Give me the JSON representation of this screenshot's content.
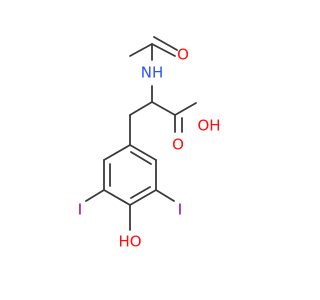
{
  "colors": {
    "bond": "#3a3a3a",
    "carbon": "#3a3a3a",
    "nitrogen": "#3050f8",
    "oxygen": "#ff0d0d",
    "iodine": "#940094"
  },
  "atoms": {
    "nh": "NH",
    "carbonyl_o": "O",
    "acid_oh": "OH",
    "acid_o": "O",
    "phenol_oh": "HO",
    "iodo_left": "I",
    "iodo_right": "I"
  }
}
